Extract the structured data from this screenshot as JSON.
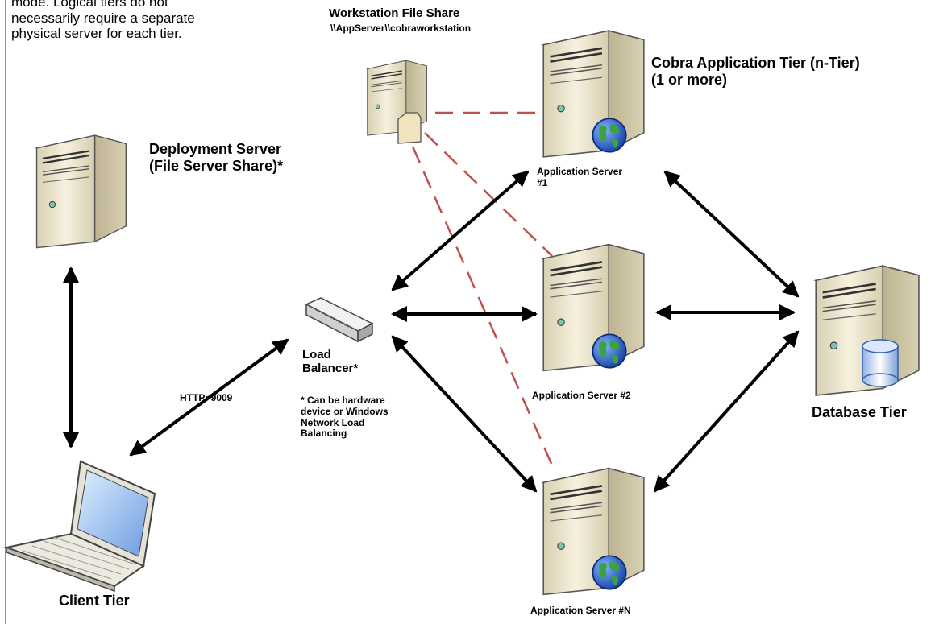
{
  "intro_text": "mode. Logical tiers do not\nnecessarily require a separate\nphysical server for each tier.",
  "workstation_share": {
    "title": "Workstation File Share",
    "path": "\\\\AppServer\\\\cobraworkstation"
  },
  "app_tier_title": "Cobra Application Tier (n-Tier)\n(1 or more)",
  "deployment_server": "Deployment Server\n(File Server Share)*",
  "app_server_1": "Application Server\n#1",
  "app_server_2": "Application Server #2",
  "app_server_n": "Application Server #N",
  "load_balancer": "Load\nBalancer*",
  "load_balancer_note": "* Can be hardware\ndevice or Windows\nNetwork Load\nBalancing",
  "http_label": "HTTP: 9009",
  "client_tier": "Client Tier",
  "database_tier": "Database Tier",
  "colors": {
    "arrow": "#000000",
    "dashed_link": "#c0504d",
    "server_body": "#ece6cf",
    "globe": "#2a63c9",
    "land": "#3ca33c",
    "frame_line": "#7f98ad"
  }
}
